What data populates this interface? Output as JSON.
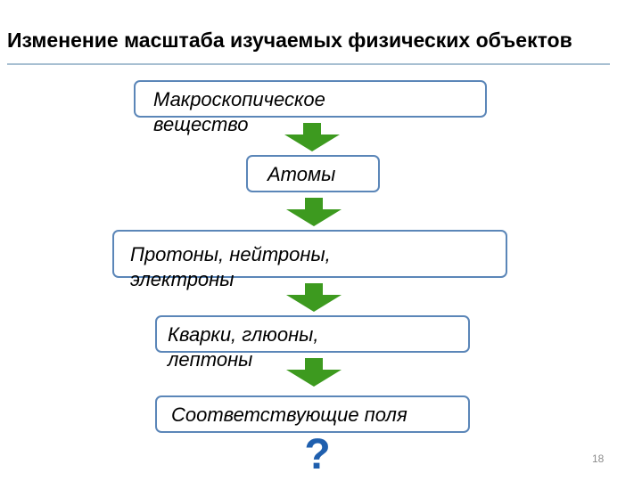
{
  "title": "Изменение масштаба изучаемых физических объектов",
  "steps": [
    "Макроскопическое вещество",
    "Атомы",
    "Протоны, нейтроны, электроны",
    "Кварки, глюоны, лептоны",
    "Соответствующие поля"
  ],
  "question_mark": "?",
  "page_number": "18",
  "colors": {
    "box_border": "#5b86b8",
    "arrow": "#3d9a1f",
    "question": "#1f5fae",
    "title_rule": "#a7bfd2"
  }
}
